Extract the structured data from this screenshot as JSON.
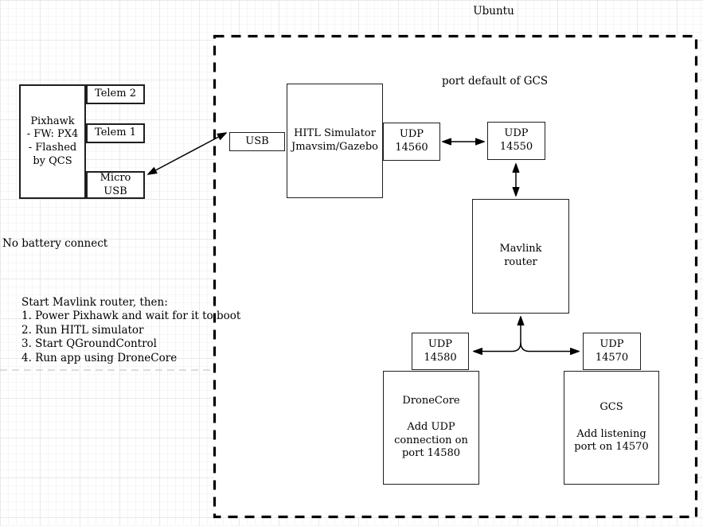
{
  "labels": {
    "ubuntu": "Ubuntu",
    "port_default": "port default of GCS",
    "no_battery": "No battery connect"
  },
  "instructions": {
    "title": "Start Mavlink router, then:",
    "steps": [
      "1. Power Pixhawk and wait for it to boot",
      "2. Run HITL simulator",
      "3. Start QGroundControl",
      "4. Run app using DroneCore"
    ]
  },
  "boxes": {
    "pixhawk": {
      "lines": [
        "Pixhawk",
        "- FW: PX4",
        "- Flashed",
        "by QCS"
      ]
    },
    "telem2": {
      "label": "Telem 2"
    },
    "telem1": {
      "label": "Telem 1"
    },
    "micro_usb": {
      "lines": [
        "Micro",
        "USB"
      ]
    },
    "usb": {
      "label": "USB"
    },
    "hitl": {
      "lines": [
        "HITL Simulator",
        "Jmavsim/Gazebo"
      ]
    },
    "udp14560": {
      "lines": [
        "UDP",
        "14560"
      ]
    },
    "udp14550": {
      "lines": [
        "UDP",
        "14550"
      ]
    },
    "router": {
      "lines": [
        "Mavlink",
        "router"
      ]
    },
    "udp14580": {
      "lines": [
        "UDP",
        "14580"
      ]
    },
    "udp14570": {
      "lines": [
        "UDP",
        "14570"
      ]
    },
    "dronecore": {
      "title": "DroneCore",
      "lines": [
        "Add UDP",
        "connection on",
        "port 14580"
      ]
    },
    "gcs": {
      "title": "GCS",
      "lines": [
        "Add listening",
        "port on 14570"
      ]
    }
  },
  "colors": {
    "stroke": "#000000",
    "box_border": "#1f1f1f",
    "page_boundary": "#bbbbbb",
    "container_fill": "#ffffff"
  }
}
